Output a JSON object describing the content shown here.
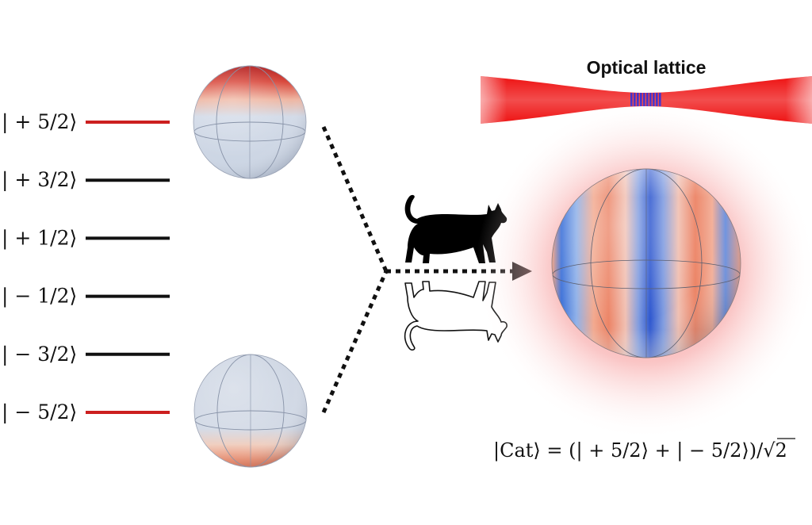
{
  "levels": [
    {
      "label": "| + 5/2⟩",
      "color": "#cc1f1f"
    },
    {
      "label": "| + 3/2⟩",
      "color": "#111111"
    },
    {
      "label": "| + 1/2⟩",
      "color": "#111111"
    },
    {
      "label": "| − 1/2⟩",
      "color": "#111111"
    },
    {
      "label": "| − 3/2⟩",
      "color": "#111111"
    },
    {
      "label": "| − 5/2⟩",
      "color": "#cc1f1f"
    }
  ],
  "lattice": {
    "title": "Optical lattice",
    "beam_color": "#ee1111",
    "atoms_color": "#4433cc"
  },
  "equation": {
    "prefix": "|Cat⟩ = (| + 5/2⟩ + | − 5/2⟩)/",
    "radical": "√",
    "radicand": "2"
  },
  "icons": [
    "sphere-up-icon",
    "sphere-down-icon",
    "cat-icon",
    "cat-reflection-icon",
    "cat-sphere-icon",
    "arrow-icon"
  ]
}
